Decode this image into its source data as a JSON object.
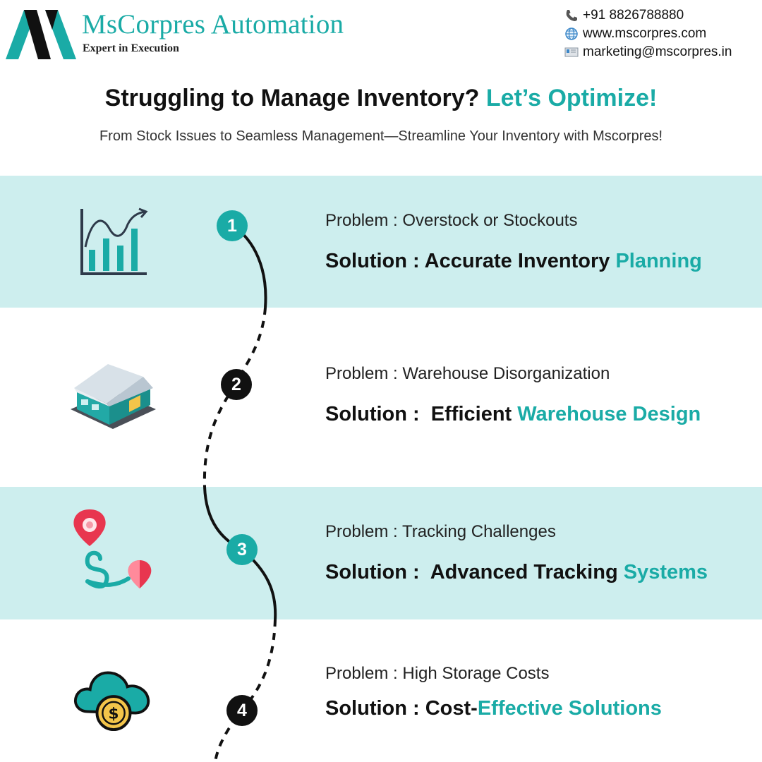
{
  "brand": {
    "name": "MsCorpres Automation",
    "tagline": "Expert in Execution"
  },
  "contact": {
    "phone": "+91 8826788880",
    "website": "www.mscorpres.com",
    "email": "marketing@mscorpres.in"
  },
  "headline": {
    "main": "Struggling to Manage Inventory?",
    "accent": "Let’s Optimize!"
  },
  "subheadline": "From Stock Issues to Seamless Management—Streamline Your Inventory with Mscorpres!",
  "items": [
    {
      "number": "1",
      "icon": "growth-chart-icon",
      "problem": "Problem : Overstock or Stockouts",
      "solution_prefix": "Solution : Accurate Inventory ",
      "solution_accent": "Planning"
    },
    {
      "number": "2",
      "icon": "warehouse-icon",
      "problem": "Problem : Warehouse Disorganization",
      "solution_prefix": "Solution :  Efficient ",
      "solution_accent": "Warehouse Design"
    },
    {
      "number": "3",
      "icon": "route-tracking-icon",
      "problem": "Problem : Tracking Challenges",
      "solution_prefix": "Solution :  Advanced Tracking ",
      "solution_accent": "Systems"
    },
    {
      "number": "4",
      "icon": "cloud-cost-icon",
      "problem": "Problem : High Storage Costs",
      "solution_prefix": "Solution : Cost-",
      "solution_accent": "Effective Solutions"
    }
  ],
  "colors": {
    "accent": "#1aaba6",
    "band": "#cdeeee",
    "text": "#111111",
    "pin_red": "#e8364f"
  }
}
